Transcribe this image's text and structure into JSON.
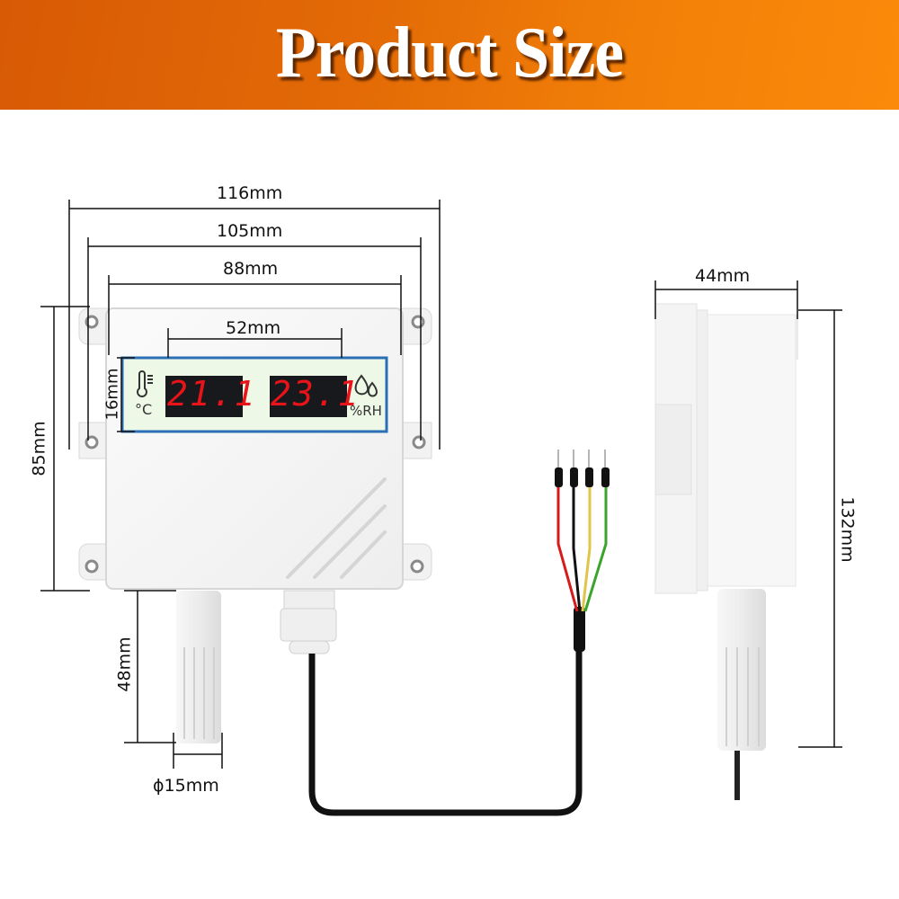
{
  "banner": {
    "title": "Product Size",
    "background": "#e8700a",
    "text_color": "#ffffff"
  },
  "front_view": {
    "display": {
      "temperature": {
        "value": "21.1",
        "unit": "°C",
        "icon": "thermometer-icon"
      },
      "humidity": {
        "value": "23.1",
        "unit": "%RH",
        "icon": "water-drops-icon"
      },
      "digit_color": "#e8141a",
      "panel_color": "#eef8e6",
      "border_color": "#2a6fb5"
    },
    "dimensions": {
      "overall_width": "116mm",
      "mount_hole_spacing_width": "105mm",
      "body_width": "88mm",
      "display_width": "52mm",
      "display_height": "16mm",
      "body_height": "85mm",
      "probe_length": "48mm",
      "probe_diameter": "ϕ15mm"
    }
  },
  "side_view": {
    "dimensions": {
      "depth": "44mm",
      "total_height": "132mm"
    }
  },
  "cable": {
    "wires": [
      {
        "color": "#d71a1a",
        "name": "red"
      },
      {
        "color": "#111111",
        "name": "black"
      },
      {
        "color": "#e3c44a",
        "name": "yellow"
      },
      {
        "color": "#3aa52a",
        "name": "green"
      }
    ],
    "sheath_color": "#111111"
  }
}
